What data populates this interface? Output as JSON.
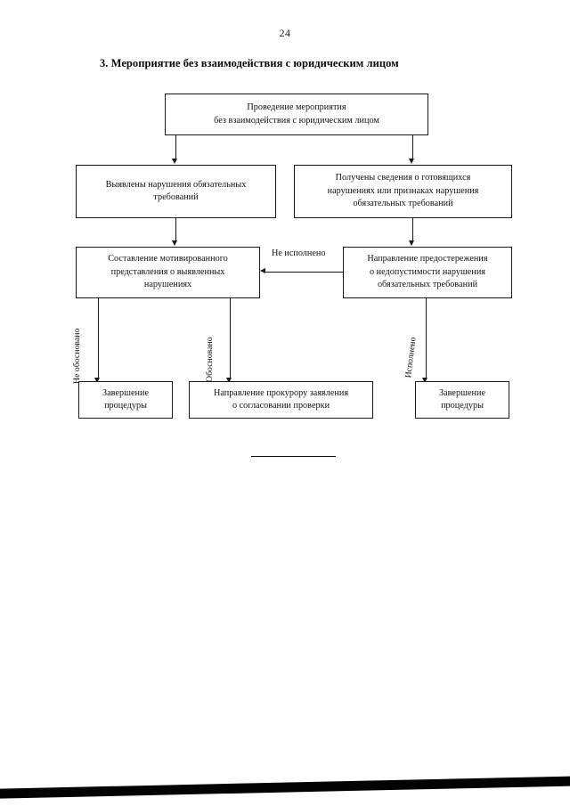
{
  "page": {
    "number": "24",
    "title": "3. Мероприятие без взаимодействия с юридическим лицом"
  },
  "flowchart": {
    "type": "flowchart",
    "nodes": [
      {
        "id": "start",
        "label": "Проведение мероприятия без взаимодействия с юридическим лицом",
        "line1": "Проведение мероприятия",
        "line2": "без взаимодействия с юридическим лицом"
      },
      {
        "id": "violations-found",
        "label": "Выявлены нарушения обязательных требований",
        "line1": "Выявлены нарушения обязательных",
        "line2": "требований"
      },
      {
        "id": "information-received",
        "label": "Получены сведения о готовящихся нарушениях или признаках нарушения обязательных требований",
        "line1": "Получены сведения о готовящихся",
        "line2": "нарушениях или признаках нарушения",
        "line3": "обязательных требований"
      },
      {
        "id": "motivated-submission",
        "label": "Составление мотивированного представления о выявленных нарушениях",
        "line1": "Составление мотивированного",
        "line2": "представления о выявленных",
        "line3": "нарушениях"
      },
      {
        "id": "warning-notice",
        "label": "Направление предостережения о недопустимости нарушения обязательных требований",
        "line1": "Направление предостережения",
        "line2": "о недопустимости нарушения",
        "line3": "обязательных требований"
      },
      {
        "id": "procedure-end-left",
        "label": "Завершение процедуры",
        "line1": "Завершение",
        "line2": "процедуры"
      },
      {
        "id": "prosecutor-application",
        "label": "Направление прокурору заявления о согласовании проверки",
        "line1": "Направление прокурору заявления",
        "line2": "о согласовании проверки"
      },
      {
        "id": "procedure-end-right",
        "label": "Завершение процедуры",
        "line1": "Завершение",
        "line2": "процедуры"
      }
    ],
    "edge_labels": {
      "not_executed": "Не исполнено",
      "not_justified": "Не обосновано",
      "justified": "Обосновано",
      "executed": "Исполнено"
    },
    "edges": [
      {
        "from": "start",
        "to": "violations-found",
        "label": ""
      },
      {
        "from": "start",
        "to": "information-received",
        "label": ""
      },
      {
        "from": "violations-found",
        "to": "motivated-submission",
        "label": ""
      },
      {
        "from": "information-received",
        "to": "warning-notice",
        "label": ""
      },
      {
        "from": "warning-notice",
        "to": "motivated-submission",
        "label": "Не исполнено"
      },
      {
        "from": "motivated-submission",
        "to": "procedure-end-left",
        "label": "Не обосновано"
      },
      {
        "from": "motivated-submission",
        "to": "prosecutor-application",
        "label": "Обосновано"
      },
      {
        "from": "warning-notice",
        "to": "procedure-end-right",
        "label": "Исполнено"
      }
    ]
  },
  "colors": {
    "ink": "#131313",
    "paper": "#fefefe",
    "scan_edge": "#050505"
  }
}
